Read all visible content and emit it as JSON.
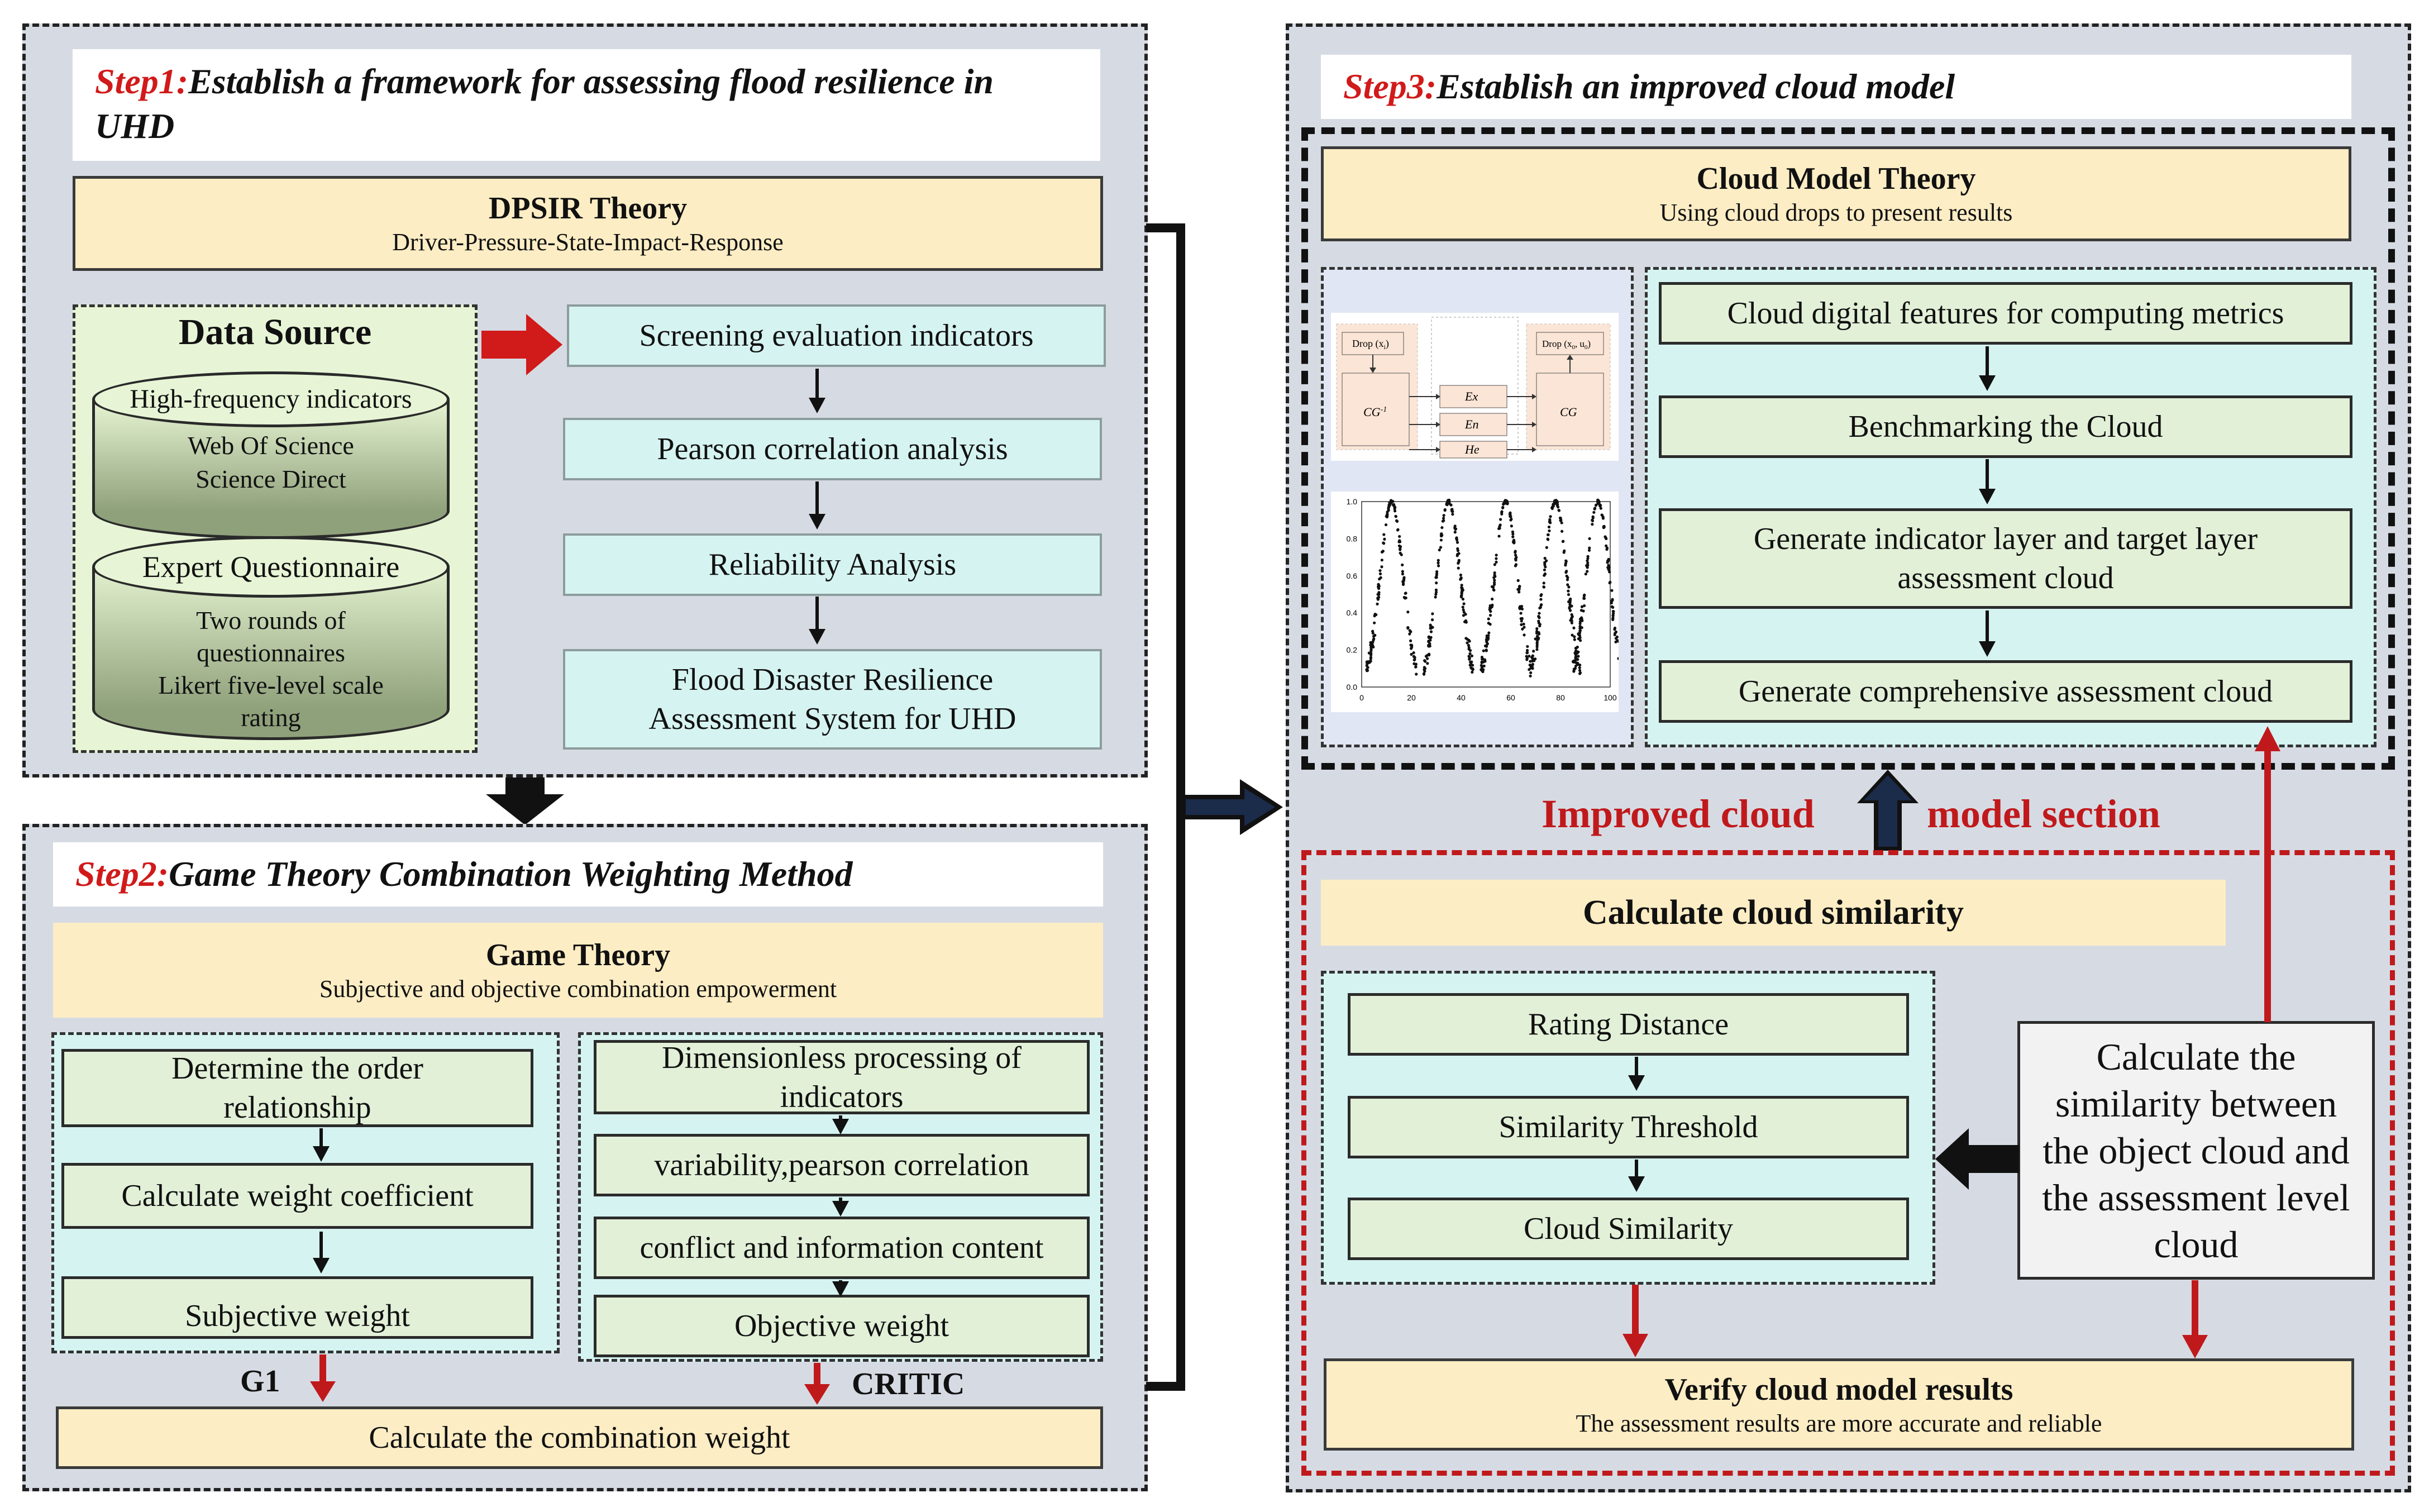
{
  "step1": {
    "step_label": "Step1:",
    "title": "Establish a framework for assessing flood resilience in UHD",
    "dpsir": {
      "heading": "DPSIR Theory",
      "subtitle": "Driver-Pressure-State-Impact-Response"
    },
    "data_source": {
      "heading": "Data Source",
      "db1": {
        "label": "High-frequency indicators",
        "lines": [
          "Web Of Science",
          "Science Direct"
        ]
      },
      "db2": {
        "label": "Expert Questionnaire",
        "lines": [
          "Two rounds of",
          "questionnaires",
          "Likert five-level scale",
          "rating"
        ]
      }
    },
    "flow": [
      "Screening evaluation indicators",
      "Pearson correlation analysis",
      "Reliability Analysis",
      "Flood Disaster Resilience Assessment System for UHD"
    ]
  },
  "step2": {
    "step_label": "Step2:",
    "title": "Game Theory Combination Weighting Method",
    "game": {
      "heading": "Game Theory",
      "subtitle": "Subjective and objective combination empowerment"
    },
    "left_flow": [
      "Determine the order relationship",
      "Calculate weight coefficient",
      "Subjective weight"
    ],
    "right_flow": [
      "Dimensionless processing of indicators",
      "variability,pearson correlation",
      "conflict and information content",
      "Objective weight"
    ],
    "g1_label": "G1",
    "critic_label": "CRITIC",
    "combination": "Calculate the combination weight"
  },
  "step3": {
    "step_label": "Step3:",
    "title": "Establish an improved cloud model",
    "cloud_theory": {
      "heading": "Cloud Model Theory",
      "subtitle": "Using cloud drops to present results"
    },
    "flow": [
      "Cloud digital features for computing metrics",
      "Benchmarking the Cloud",
      "Generate indicator layer and target layer assessment cloud",
      "Generate comprehensive assessment cloud"
    ],
    "improved_left": "Improved cloud",
    "improved_right": "model section",
    "similarity": {
      "heading": "Calculate cloud similarity",
      "flow": [
        "Rating Distance",
        "Similarity Threshold",
        "Cloud Similarity"
      ],
      "side_text": "Calculate the similarity between the object cloud and the assessment level cloud"
    },
    "verify": {
      "heading": "Verify cloud model results",
      "subtitle": "The assessment results are more accurate and reliable"
    },
    "generator_diagram": {
      "drop_in": "Drop (x",
      "drop_in_sub": "i",
      "drop_in_close": ")",
      "cg_left": "CG",
      "cg_left_sup": "-1",
      "ex": "Ex",
      "en": "En",
      "he": "He",
      "drop_out": "Drop (x",
      "drop_out_sub": "0",
      "drop_out_mid": ", u",
      "drop_out_sub2": "0",
      "drop_out_close": ")",
      "cg_right": "CG"
    },
    "scatter_plot": {
      "y_ticks": [
        "1.0",
        "0.8",
        "0.6",
        "0.4",
        "0.2",
        "0.0"
      ],
      "x_ticks": [
        "0",
        "20",
        "40",
        "60",
        "80",
        "100"
      ],
      "peaks_x": [
        12,
        35,
        58,
        78,
        95
      ],
      "peak_height": 1.0
    }
  },
  "colors": {
    "step_red": "#d11a1a",
    "panel": "#d6dbe3",
    "yellow": "#fdedc4",
    "green": "#e2f0d8",
    "cyan": "#d5f3f1",
    "red_arrow": "#c0191c"
  }
}
